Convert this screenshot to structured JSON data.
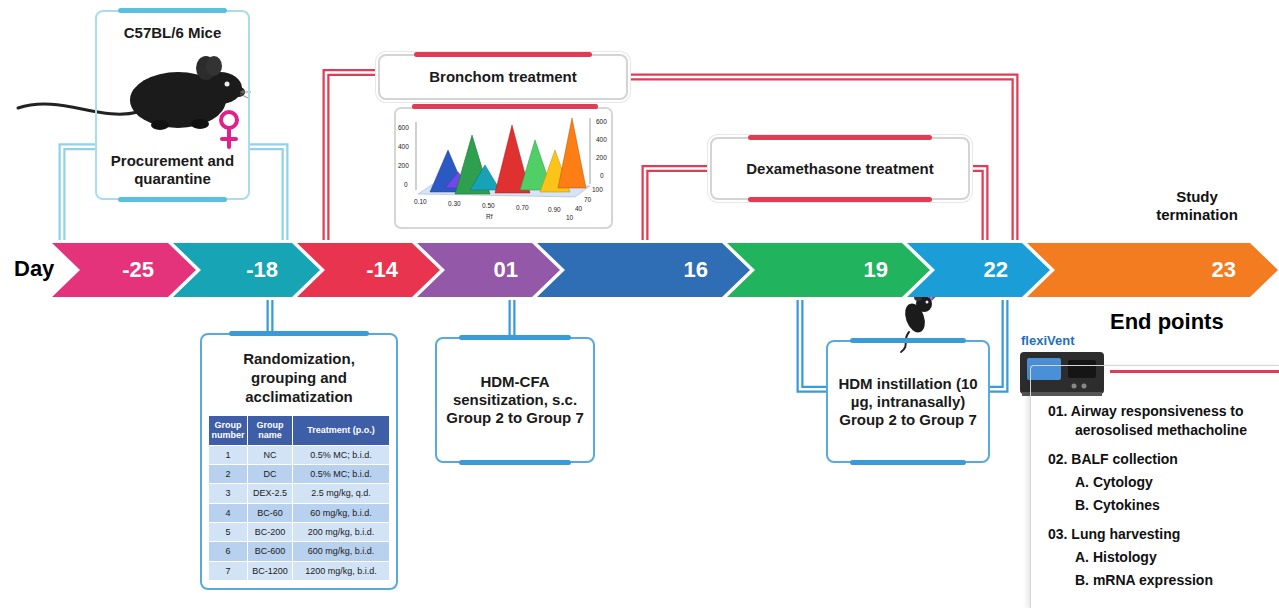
{
  "diagram": {
    "nodes": [
      {
        "text": [
          "C57BL/6 Mice",
          "Procurement and quarantine"
        ]
      },
      {
        "text": [
          "Bronchom treatment"
        ]
      },
      {
        "text": [
          "Dexamethasone treatment"
        ]
      },
      {
        "text": [
          "-25"
        ]
      },
      {
        "text": [
          "-18"
        ]
      },
      {
        "text": [
          "-14"
        ]
      },
      {
        "text": [
          "01"
        ]
      },
      {
        "text": [
          "16"
        ]
      },
      {
        "text": [
          "19"
        ]
      },
      {
        "text": [
          "22"
        ]
      },
      {
        "text": [
          "23"
        ]
      },
      {
        "text": [
          "Randomization, grouping and acclimatization"
        ]
      },
      {
        "text": [
          "HDM-CFA sensitization, s.c. Group 2 to Group 7"
        ]
      },
      {
        "text": [
          "HDM instillation (10 µg, intranasally) Group 2 to Group 7"
        ]
      },
      {
        "text": [
          "End points",
          "01. Airway responsiveness to aerosolised methacholine",
          "02. BALF collection",
          "A. Cytology",
          "B. Cytokines",
          "03. Lung harvesting",
          "A. Histology",
          "B. mRNA expression"
        ]
      }
    ],
    "edges": [
      {
        "from": 0,
        "to": 3,
        "arrow": "none"
      },
      {
        "from": 0,
        "to": 4,
        "arrow": "none"
      },
      {
        "from": 1,
        "to": 5,
        "arrow": "none"
      },
      {
        "from": 1,
        "to": 9,
        "arrow": "none"
      },
      {
        "from": 2,
        "to": 7,
        "arrow": "none"
      },
      {
        "from": 2,
        "to": 9,
        "arrow": "none"
      },
      {
        "from": 11,
        "to": 4,
        "arrow": "none"
      },
      {
        "from": 12,
        "to": 6,
        "arrow": "none"
      },
      {
        "from": 13,
        "to": 8,
        "arrow": "none"
      },
      {
        "from": 13,
        "to": 9,
        "arrow": "none"
      }
    ],
    "labels": [
      "Day",
      "Group number",
      "Group name",
      "Treatment (p.o.)",
      "1",
      "NC",
      "0.5% MC; b.i.d.",
      "2",
      "DC",
      "0.5% MC; b.i.d.",
      "3",
      "DEX-2.5",
      "2.5 mg/kg, q.d.",
      "4",
      "BC-60",
      "60 mg/kg, b.i.d.",
      "5",
      "BC-200",
      "200 mg/kg, b.i.d.",
      "6",
      "BC-600",
      "600 mg/kg, b.i.d.",
      "7",
      "BC-1200",
      "1200 mg/kg, b.i.d.",
      "Study termination",
      "flexiVent",
      "600",
      "400",
      "200",
      "0",
      "600",
      "400",
      "200",
      "0",
      "0.10",
      "0.30",
      "0.50",
      "0.70",
      "0.90",
      "Rf",
      "10",
      "40",
      "70",
      "100"
    ]
  }
}
